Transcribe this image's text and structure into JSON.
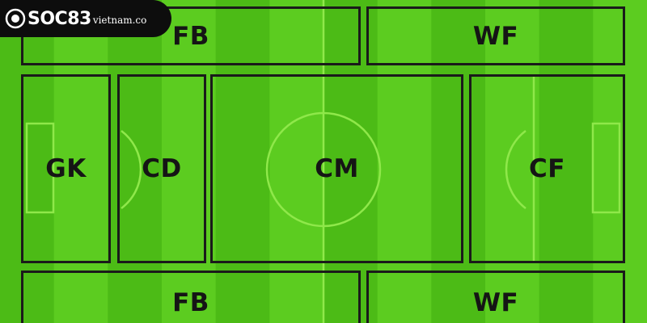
{
  "brand": {
    "name": "SOC83",
    "domain": "vietnam.co"
  },
  "zones": {
    "fb_top": "FB",
    "wf_top": "WF",
    "gk": "GK",
    "cd": "CD",
    "cm": "CM",
    "cf": "CF",
    "fb_bottom": "FB",
    "wf_bottom": "WF"
  },
  "colors": {
    "grass_dark": "#4cbb16",
    "grass_light": "#5ccc20",
    "field_line": "#8fe84a",
    "zone_border": "#1a1a1a",
    "label": "#151515"
  }
}
